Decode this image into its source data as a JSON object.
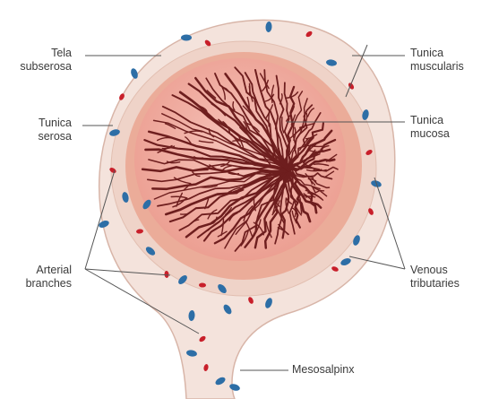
{
  "labels": {
    "tela_subserosa": [
      "Tela",
      "subserosa"
    ],
    "tunica_serosa": [
      "Tunica",
      "serosa"
    ],
    "arterial_branches": [
      "Arterial",
      "branches"
    ],
    "tunica_muscularis": [
      "Tunica",
      "muscularis"
    ],
    "tunica_mucosa": [
      "Tunica",
      "mucosa"
    ],
    "venous_tributaries": [
      "Venous",
      "tributaries"
    ],
    "mesosalpinx": [
      "Mesosalpinx"
    ]
  },
  "colors": {
    "serosa": "#f1ddd6",
    "muscularis": "#eaa590",
    "mucosa": "#f2b6ad",
    "folds": "#6e1e1e",
    "artery": "#c81f2a",
    "vein": "#2d6ea6",
    "leader": "#555555",
    "text": "#3a3a3a"
  }
}
